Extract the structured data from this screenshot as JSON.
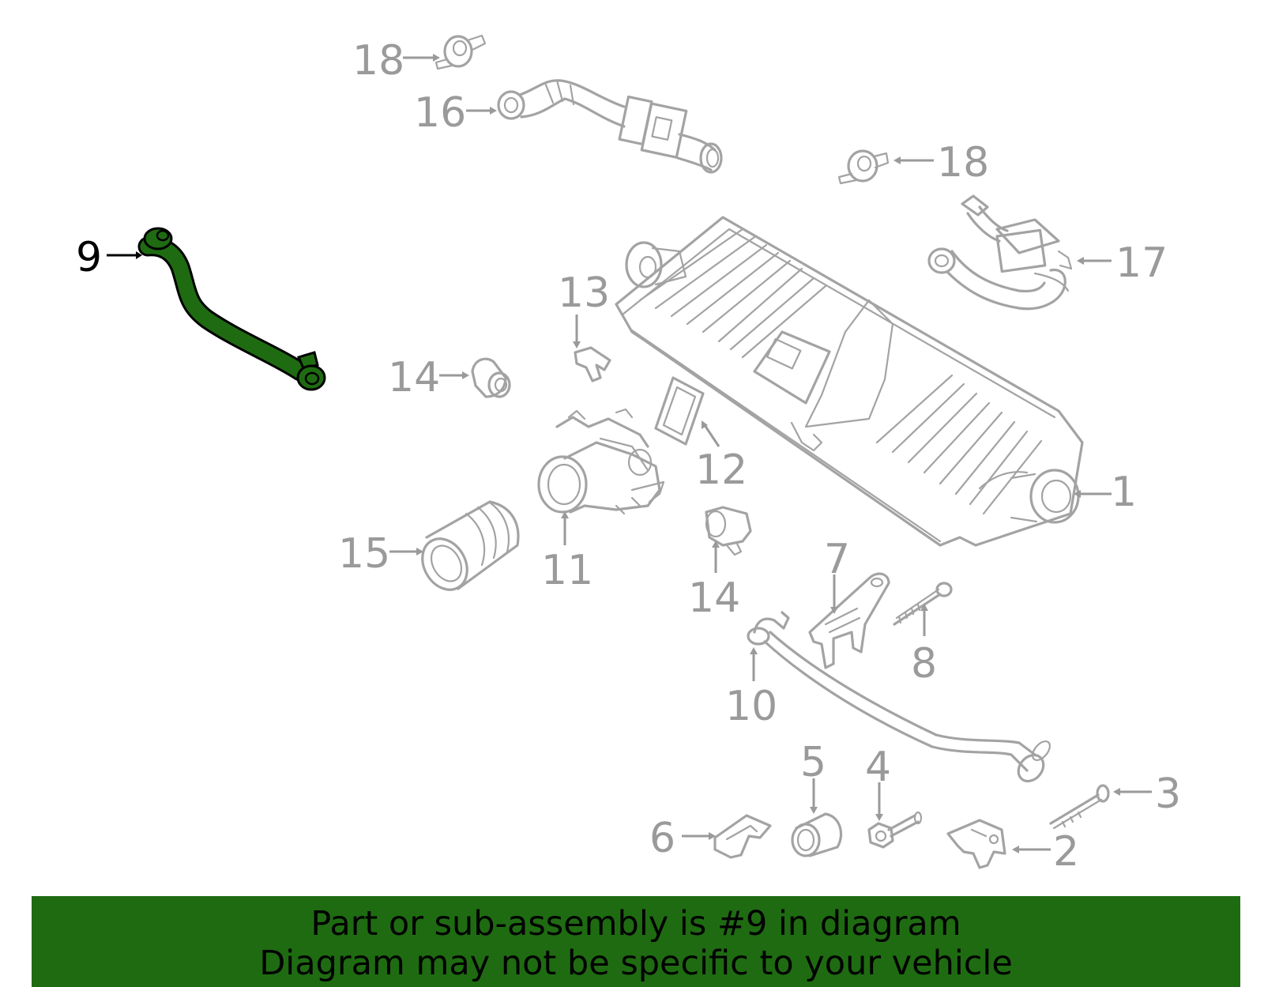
{
  "callouts": [
    {
      "id": "1",
      "label": "1"
    },
    {
      "id": "2",
      "label": "2"
    },
    {
      "id": "3",
      "label": "3"
    },
    {
      "id": "4",
      "label": "4"
    },
    {
      "id": "5",
      "label": "5"
    },
    {
      "id": "6",
      "label": "6"
    },
    {
      "id": "7",
      "label": "7"
    },
    {
      "id": "8",
      "label": "8"
    },
    {
      "id": "9",
      "label": "9"
    },
    {
      "id": "10",
      "label": "10"
    },
    {
      "id": "11",
      "label": "11"
    },
    {
      "id": "12",
      "label": "12"
    },
    {
      "id": "13",
      "label": "13"
    },
    {
      "id": "14a",
      "label": "14"
    },
    {
      "id": "14b",
      "label": "14"
    },
    {
      "id": "15",
      "label": "15"
    },
    {
      "id": "16",
      "label": "16"
    },
    {
      "id": "17",
      "label": "17"
    },
    {
      "id": "18a",
      "label": "18"
    },
    {
      "id": "18b",
      "label": "18"
    }
  ],
  "highlighted_part": "9",
  "colors": {
    "highlight_fill": "#1f6b12",
    "outline": "#a3a3a3",
    "label": "#9a9a9a",
    "active_label": "#000000",
    "banner_bg": "#1f6b12"
  },
  "banner": {
    "line1": "Part or sub-assembly is #9 in diagram",
    "line2": "Diagram may not be specific to your vehicle"
  }
}
